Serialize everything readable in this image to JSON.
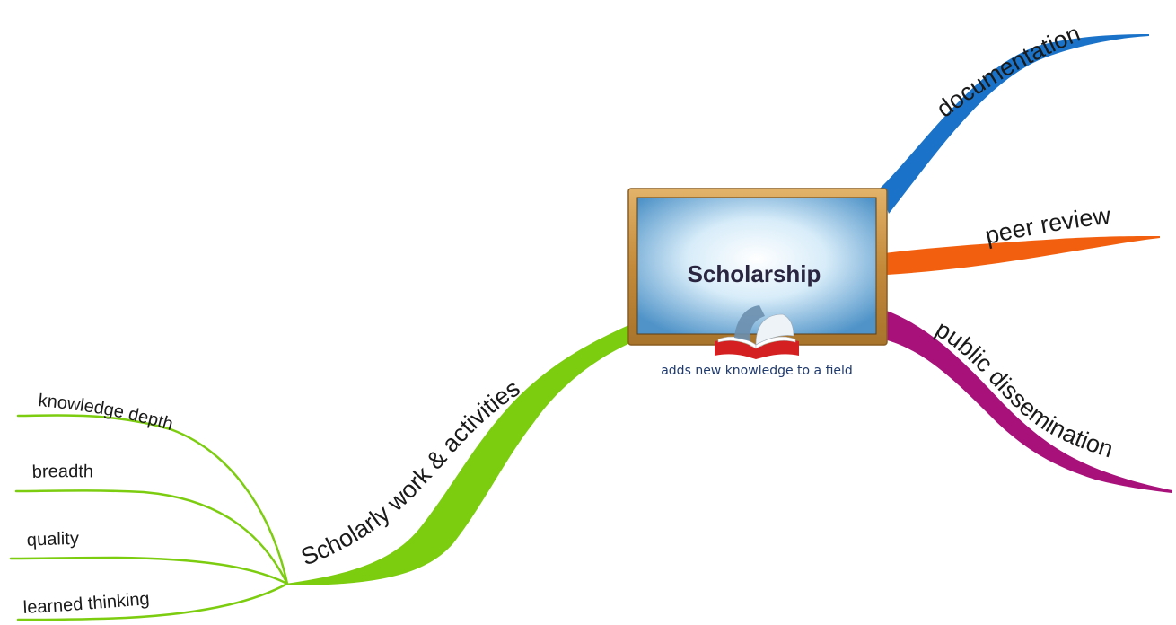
{
  "central": {
    "title": "Scholarship",
    "subtitle": "adds new knowledge to a field",
    "icon": "open-book-icon"
  },
  "branches": {
    "documentation": {
      "label": "documentation",
      "color": "#1a73c8"
    },
    "peer_review": {
      "label": "peer review",
      "color": "#f2600f"
    },
    "public_dissemination": {
      "label": "public dissemination",
      "color": "#a8117a"
    },
    "scholarly_work": {
      "label": "Scholarly work & activities",
      "color": "#7ccc10",
      "children": [
        {
          "label": "knowledge depth"
        },
        {
          "label": "breadth"
        },
        {
          "label": "quality"
        },
        {
          "label": "learned thinking"
        }
      ]
    }
  },
  "colors": {
    "frame": "#c9923f",
    "board": "#a9d2ee",
    "board_edge": "#3f7fb0"
  }
}
